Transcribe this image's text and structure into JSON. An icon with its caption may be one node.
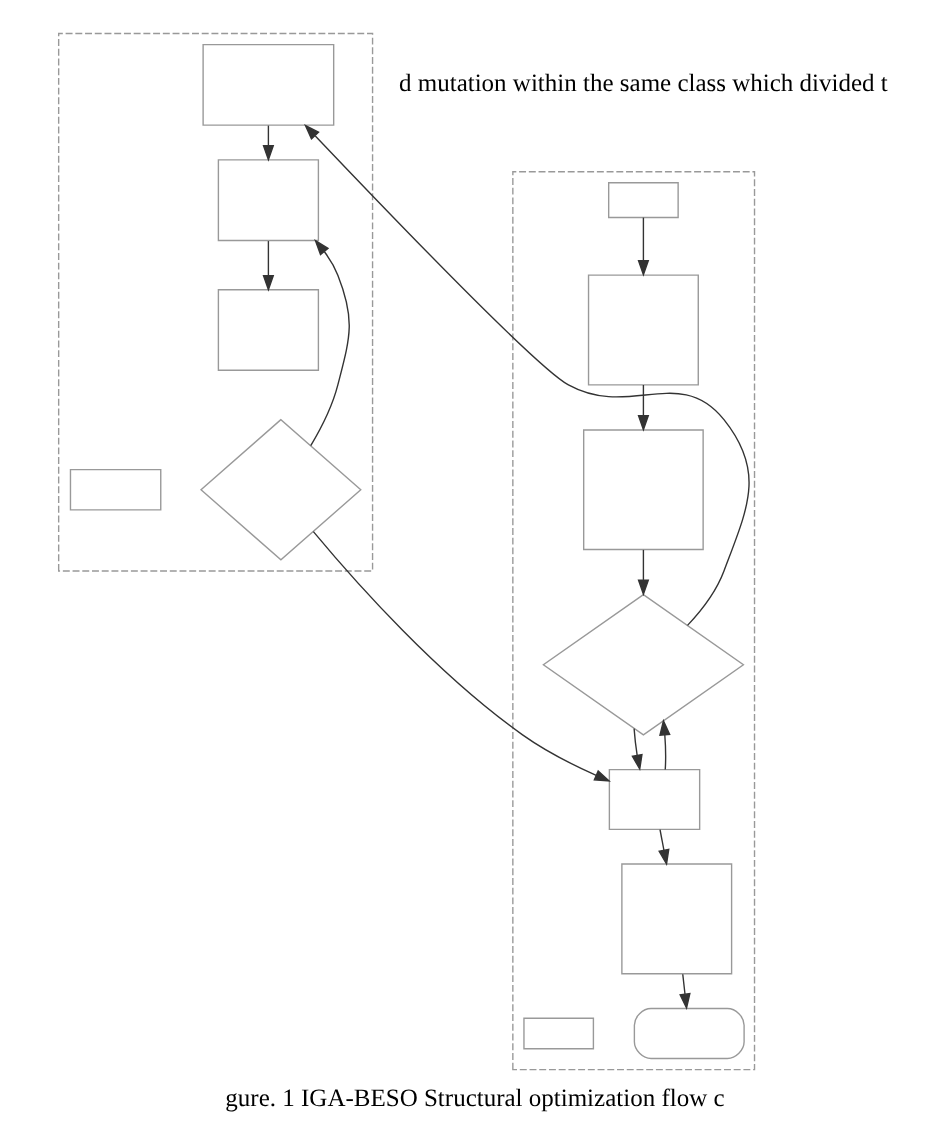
{
  "diagram": {
    "caption": "gure. 1 IGA-BESO Structural optimization flow c",
    "nodes": [
      {
        "text": [],
        "shape": "box"
      },
      {
        "text": [],
        "shape": "box",
        "in": 0
      },
      {
        "text": [],
        "shape": "box",
        "in": 0
      },
      {
        "text": [],
        "shape": "box",
        "in": 0
      },
      {
        "text": [],
        "shape": "diamond",
        "in": 0
      },
      {
        "text": [],
        "shape": "box",
        "in": 0
      },
      {
        "text": [],
        "shape": "box",
        "in": 0
      },
      {
        "text": [],
        "shape": "box",
        "in": 0
      },
      {
        "text": [],
        "shape": "stadium",
        "in": 0
      },
      {
        "text": [],
        "shape": "box"
      },
      {
        "text": [],
        "shape": "box",
        "in": 9
      },
      {
        "text": [],
        "shape": "box",
        "in": 9
      },
      {
        "text": [],
        "shape": "box",
        "in": 9
      },
      {
        "text": [],
        "shape": "diamond",
        "in": 9
      },
      {
        "text": [],
        "shape": "box",
        "in": 9
      }
    ],
    "edges": [
      {
        "from": 1,
        "to": 2,
        "arrow": "to"
      },
      {
        "from": 2,
        "to": 3,
        "arrow": "to"
      },
      {
        "from": 3,
        "to": 4,
        "arrow": "to"
      },
      {
        "from": 4,
        "to": 5,
        "arrow": "to"
      },
      {
        "from": 5,
        "to": 6,
        "arrow": "to"
      },
      {
        "from": 6,
        "to": 8,
        "arrow": "to"
      },
      {
        "from": 5,
        "to": 4,
        "arrow": "to"
      },
      {
        "from": 4,
        "to": 10,
        "arrow": "to"
      },
      {
        "from": 10,
        "to": 11,
        "arrow": "to"
      },
      {
        "from": 11,
        "to": 12,
        "arrow": "to"
      },
      {
        "from": 13,
        "to": 11,
        "arrow": "to"
      },
      {
        "from": 13,
        "to": 5,
        "arrow": "to"
      }
    ],
    "labels": [
      "d mutation within the same class which divided t"
    ]
  }
}
